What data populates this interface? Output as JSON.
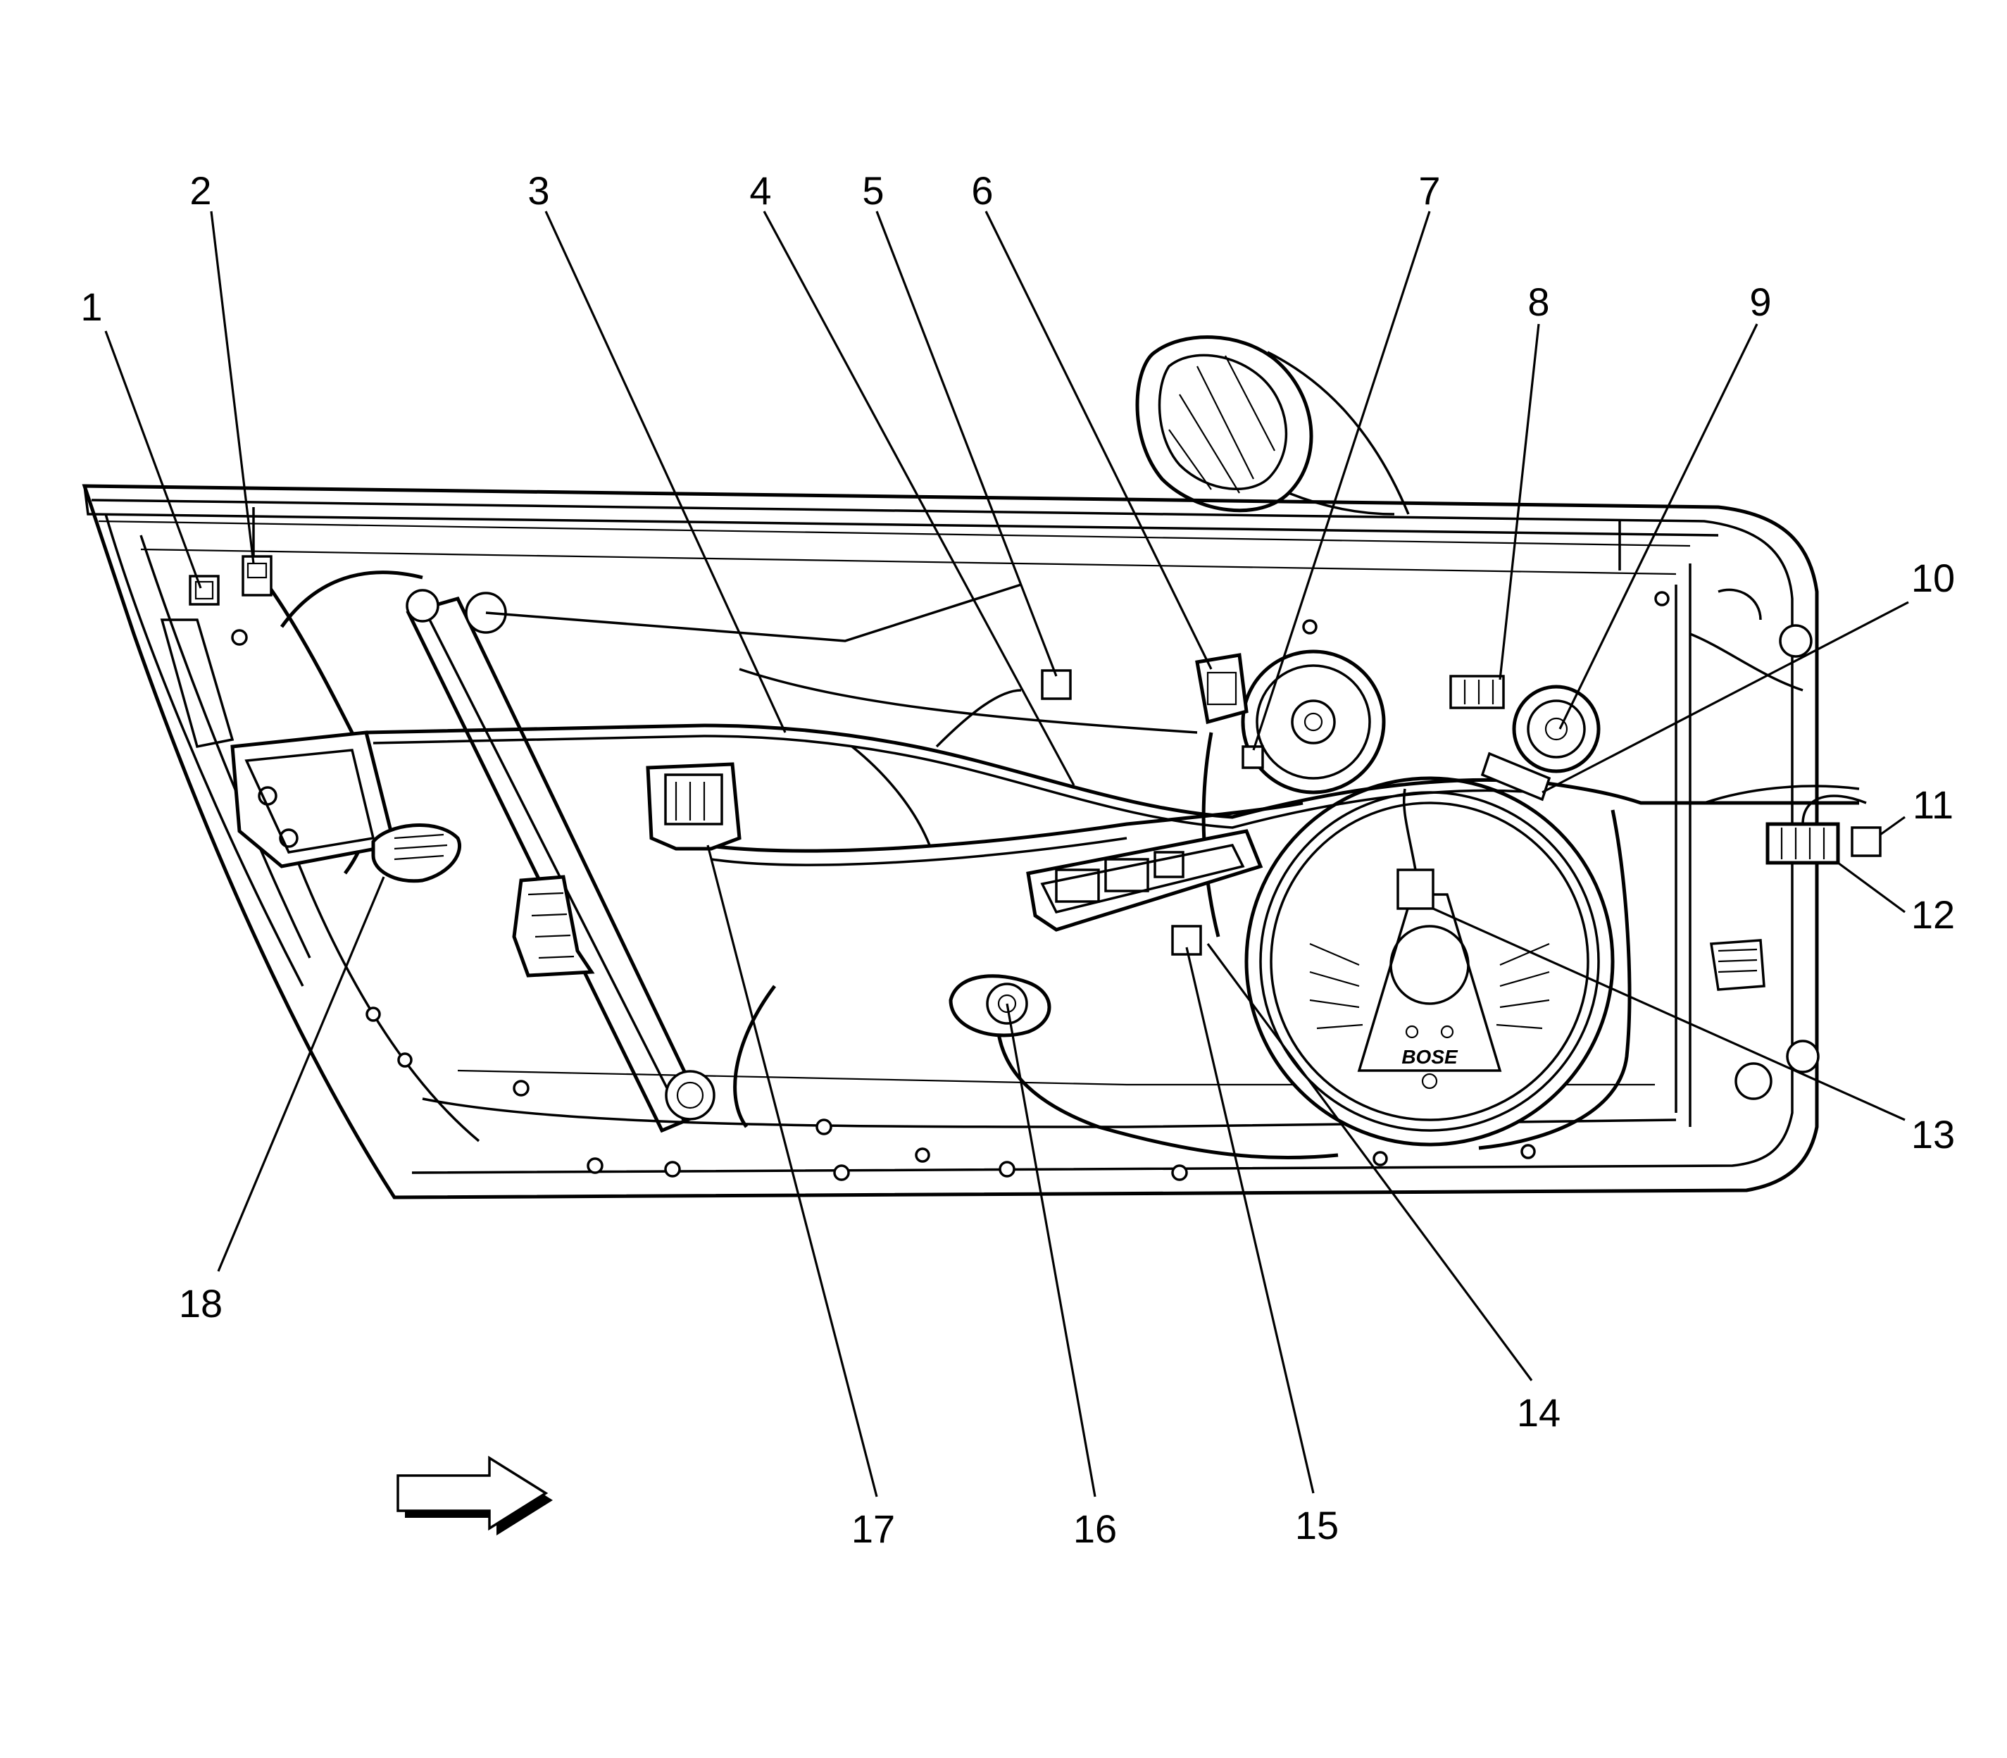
{
  "figure": {
    "callouts": [
      {
        "id": "callout-1",
        "label": "1"
      },
      {
        "id": "callout-2",
        "label": "2"
      },
      {
        "id": "callout-3",
        "label": "3"
      },
      {
        "id": "callout-4",
        "label": "4"
      },
      {
        "id": "callout-5",
        "label": "5"
      },
      {
        "id": "callout-6",
        "label": "6"
      },
      {
        "id": "callout-7",
        "label": "7"
      },
      {
        "id": "callout-8",
        "label": "8"
      },
      {
        "id": "callout-9",
        "label": "9"
      },
      {
        "id": "callout-10",
        "label": "10"
      },
      {
        "id": "callout-11",
        "label": "11"
      },
      {
        "id": "callout-12",
        "label": "12"
      },
      {
        "id": "callout-13",
        "label": "13"
      },
      {
        "id": "callout-14",
        "label": "14"
      },
      {
        "id": "callout-15",
        "label": "15"
      },
      {
        "id": "callout-16",
        "label": "16"
      },
      {
        "id": "callout-17",
        "label": "17"
      },
      {
        "id": "callout-18",
        "label": "18"
      }
    ],
    "speaker_logo_text": "BOSE"
  }
}
